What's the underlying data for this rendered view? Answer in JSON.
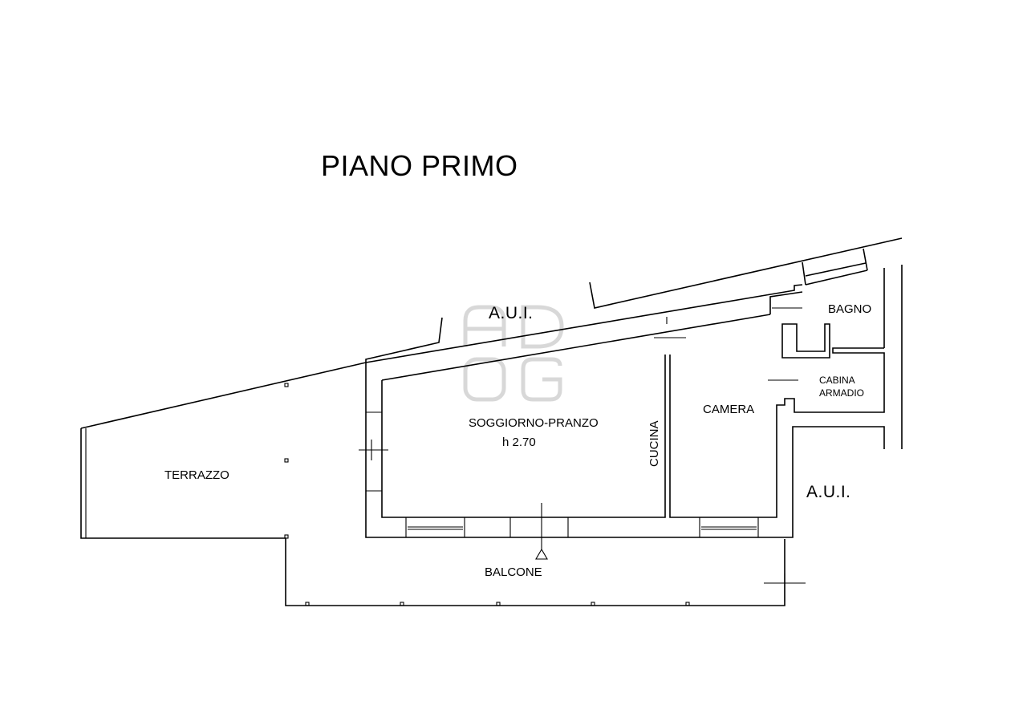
{
  "title": "PIANO PRIMO",
  "labels": {
    "aui_top": "A.U.I.",
    "aui_right": "A.U.I.",
    "bagno": "BAGNO",
    "cabina_line1": "CABINA",
    "cabina_line2": "ARMADIO",
    "camera": "CAMERA",
    "soggiorno": "SOGGIORNO-PRANZO",
    "height": "h 2.70",
    "cucina": "CUCINA",
    "terrazzo": "TERRAZZO",
    "balcone": "BALCONE"
  },
  "colors": {
    "lines": "#000000",
    "watermark": "#d8d8d8",
    "background": "#ffffff"
  }
}
